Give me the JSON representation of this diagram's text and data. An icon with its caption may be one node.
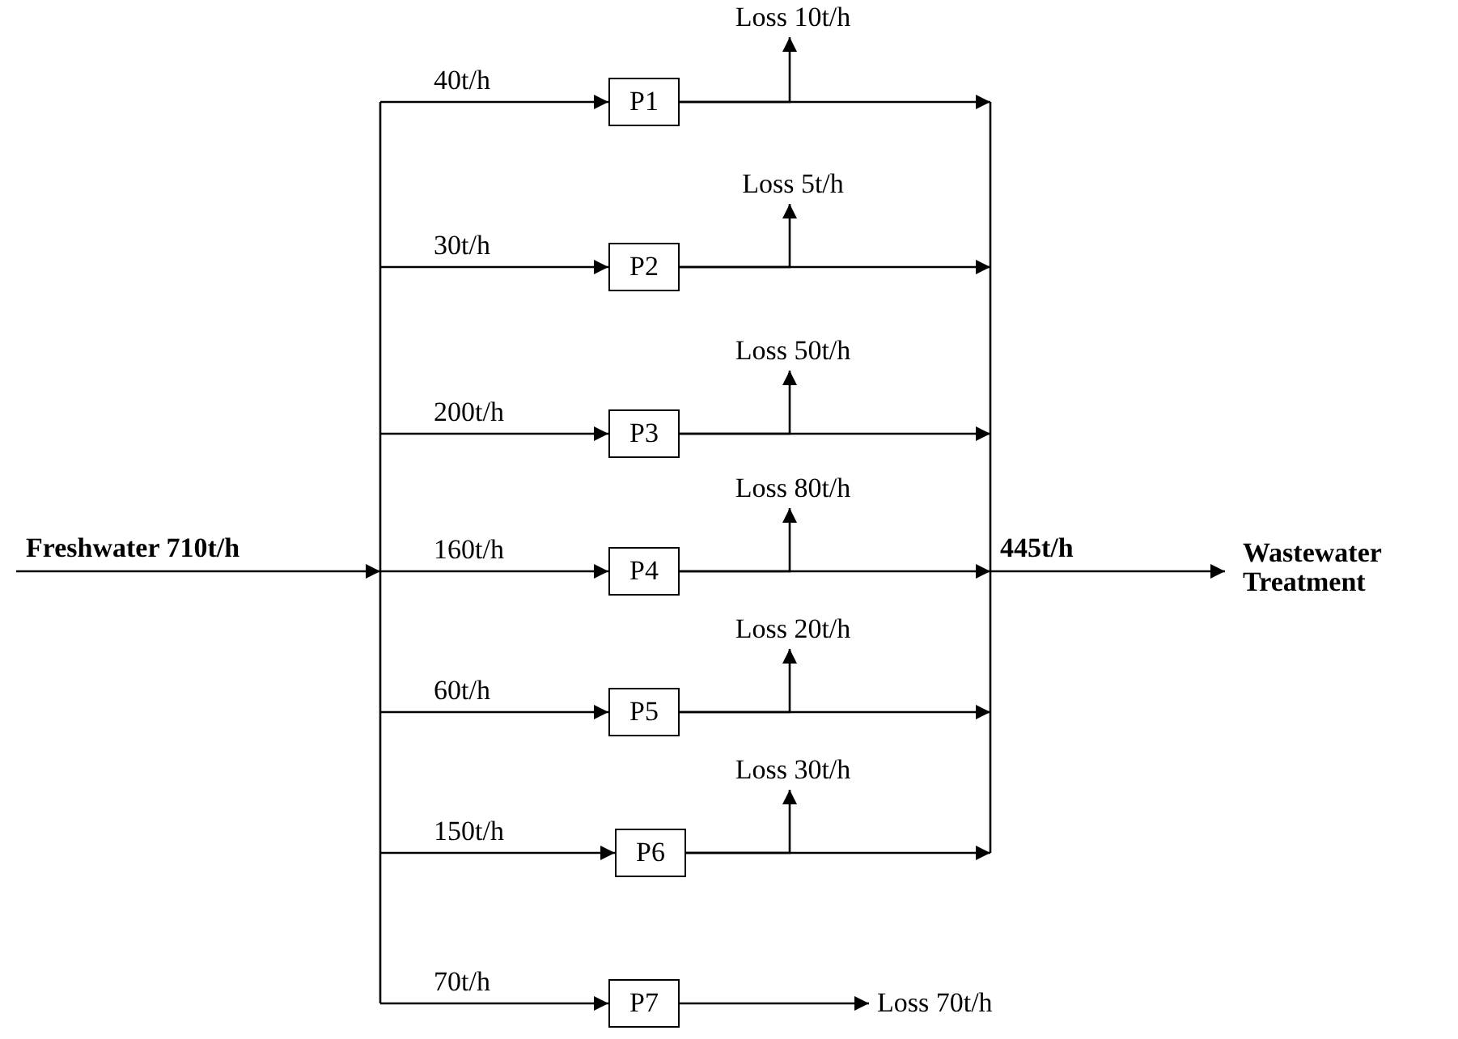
{
  "diagram": {
    "nodes": [
      {
        "text": [
          "P1"
        ]
      },
      {
        "text": [
          "P2"
        ]
      },
      {
        "text": [
          "P3"
        ]
      },
      {
        "text": [
          "P4"
        ]
      },
      {
        "text": [
          "P5"
        ]
      },
      {
        "text": [
          "P6"
        ]
      },
      {
        "text": [
          "P7"
        ]
      },
      {
        "text": [
          "Loss 10t/h"
        ]
      },
      {
        "text": [
          "Loss 5t/h"
        ]
      },
      {
        "text": [
          "Loss 50t/h"
        ]
      },
      {
        "text": [
          "Loss 80t/h"
        ]
      },
      {
        "text": [
          "Loss 20t/h"
        ]
      },
      {
        "text": [
          "Loss 30t/h"
        ]
      },
      {
        "text": [
          "Loss 70t/h"
        ]
      },
      {
        "text": [
          "Wastewater Treatment"
        ]
      }
    ],
    "edges": [
      {
        "from": null,
        "to": 0,
        "arrow": "to",
        "label": "40t/h"
      },
      {
        "from": null,
        "to": 1,
        "arrow": "to",
        "label": "30t/h"
      },
      {
        "from": null,
        "to": 2,
        "arrow": "to",
        "label": "200t/h"
      },
      {
        "from": null,
        "to": 3,
        "arrow": "to",
        "label": "160t/h"
      },
      {
        "from": null,
        "to": 4,
        "arrow": "to",
        "label": "60t/h"
      },
      {
        "from": null,
        "to": 5,
        "arrow": "to",
        "label": "150t/h"
      },
      {
        "from": null,
        "to": 6,
        "arrow": "to",
        "label": "70t/h"
      },
      {
        "from": 0,
        "to": 7,
        "arrow": "to"
      },
      {
        "from": 1,
        "to": 8,
        "arrow": "to"
      },
      {
        "from": 2,
        "to": 9,
        "arrow": "to"
      },
      {
        "from": 3,
        "to": 10,
        "arrow": "to"
      },
      {
        "from": 4,
        "to": 11,
        "arrow": "to"
      },
      {
        "from": 5,
        "to": 12,
        "arrow": "to"
      },
      {
        "from": 6,
        "to": 13,
        "arrow": "to"
      },
      {
        "from": 0,
        "to": 14,
        "arrow": "to"
      },
      {
        "from": 1,
        "to": 14,
        "arrow": "to"
      },
      {
        "from": 2,
        "to": 14,
        "arrow": "to"
      },
      {
        "from": 3,
        "to": 14,
        "arrow": "to"
      },
      {
        "from": 4,
        "to": 14,
        "arrow": "to"
      },
      {
        "from": 5,
        "to": 14,
        "arrow": "to"
      }
    ],
    "labels": [
      "Freshwater 710t/h",
      "445t/h"
    ]
  }
}
